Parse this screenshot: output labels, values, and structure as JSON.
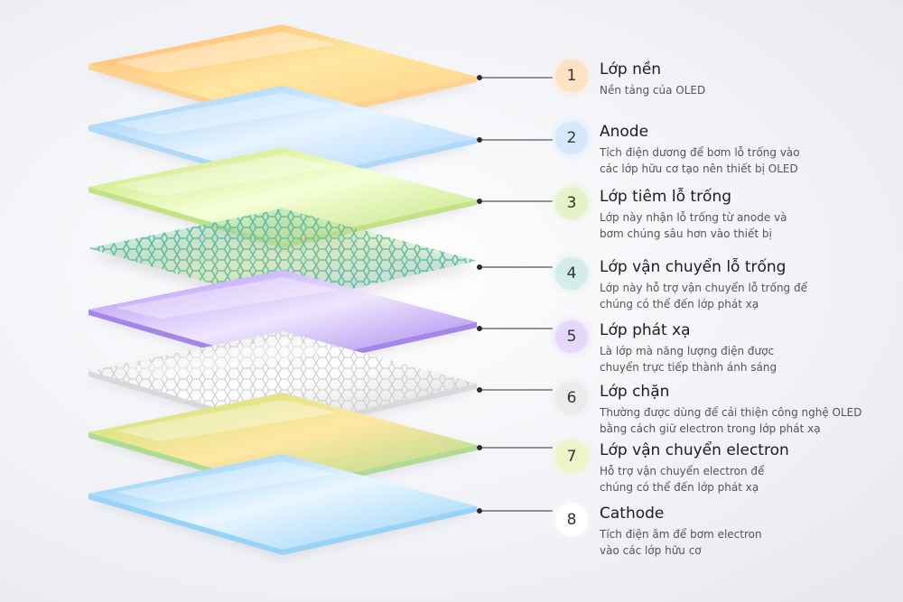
{
  "layers": [
    {
      "number": "1",
      "title": "Lớp nền",
      "description": [
        "Nền tảng của OLED"
      ],
      "badge_color": "#fde2c4",
      "colors": [
        "#ffb16a",
        "#ffe7a0",
        "#ffcf86"
      ],
      "pattern": "none"
    },
    {
      "number": "2",
      "title": "Anode",
      "description": [
        "Tích điện dương để bơm lỗ trống vào",
        "các lớp hữu cơ tạo nên thiết bị OLED"
      ],
      "badge_color": "#d6e8fb",
      "colors": [
        "#8cc8f7",
        "#e8f4ff",
        "#a9d6fb"
      ],
      "pattern": "none"
    },
    {
      "number": "3",
      "title": "Lớp tiêm lỗ trống",
      "description": [
        "Lớp này nhận lỗ trống từ anode và",
        "bơm chúng sâu hơn vào thiết bị"
      ],
      "badge_color": "#e6f2c8",
      "colors": [
        "#c3e36a",
        "#f6ffd8",
        "#bfe07a"
      ],
      "pattern": "none"
    },
    {
      "number": "4",
      "title": "Lớp vận chuyển lỗ trống",
      "description": [
        "Lớp này hỗ trợ vận chuyển lỗ trống để",
        "chúng có thể đến lớp phát xạ"
      ],
      "badge_color": "#d3eee8",
      "colors": [
        "#58c9c0",
        "#cfe97a",
        "#6fc0d8"
      ],
      "pattern": "hex-mesh"
    },
    {
      "number": "5",
      "title": "Lớp phát xạ",
      "description": [
        "Là lớp mà năng lượng điện được",
        "chuyển trực tiếp thành ánh sáng"
      ],
      "badge_color": "#e6d8fb",
      "colors": [
        "#b08cf0",
        "#efe6ff",
        "#9f7ae8"
      ],
      "pattern": "none"
    },
    {
      "number": "6",
      "title": "Lớp chặn",
      "description": [
        "Thường được dùng để cải thiện công nghệ OLED",
        "bằng cách giữ electron trong lớp phát xạ"
      ],
      "badge_color": "#ebebed",
      "colors": [
        "#e8e8ea",
        "#ffffff",
        "#d7d7da"
      ],
      "pattern": "hex-sheet"
    },
    {
      "number": "7",
      "title": "Lớp vận chuyển electron",
      "description": [
        "Hỗ trợ vận chuyển electron để",
        "chúng có thể đến lớp phát xạ"
      ],
      "badge_color": "#eef4c8",
      "colors": [
        "#c6e36f",
        "#ffe7a3",
        "#a9d98a"
      ],
      "pattern": "none"
    },
    {
      "number": "8",
      "title": "Cathode",
      "description": [
        "Tích điện âm để bơm electron",
        "vào các lớp hữu cơ"
      ],
      "badge_color": "#ffffff",
      "colors": [
        "#7cc4f6",
        "#eaf6ff",
        "#8fd0f8"
      ],
      "pattern": "none"
    }
  ],
  "connector_color": "#2b2b2b"
}
